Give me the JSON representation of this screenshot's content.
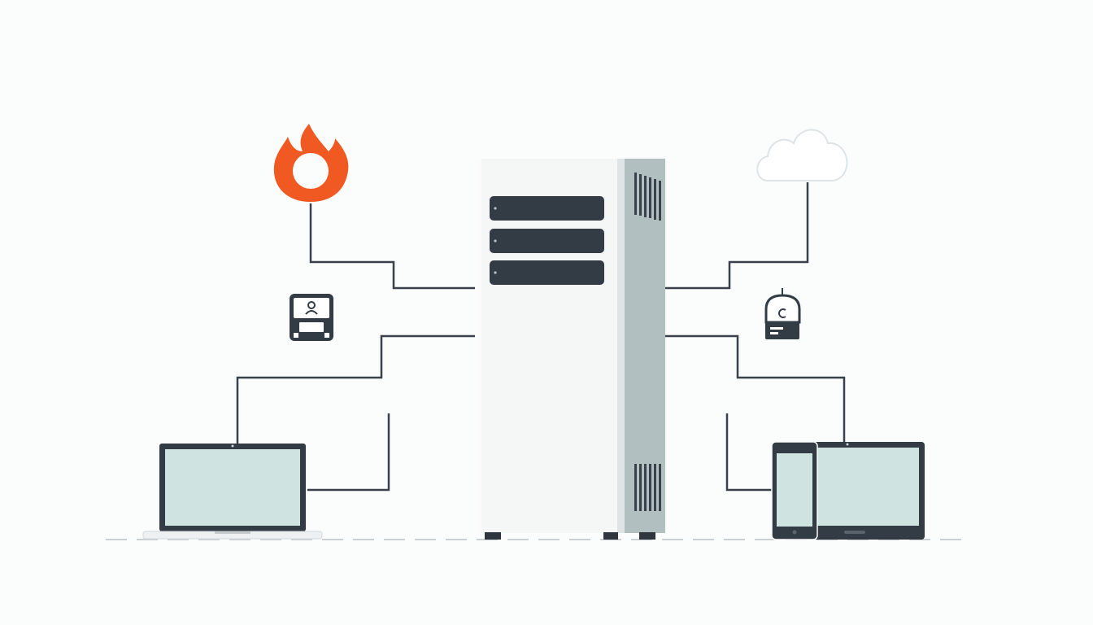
{
  "nodes": [
    {
      "id": "server",
      "icon": "server-tower-icon"
    },
    {
      "id": "firewall",
      "icon": "flame-icon"
    },
    {
      "id": "cloud",
      "icon": "cloud-icon"
    },
    {
      "id": "id-terminal",
      "icon": "user-id-terminal-icon"
    },
    {
      "id": "lock-drive",
      "icon": "lock-drive-icon"
    },
    {
      "id": "laptop",
      "icon": "laptop-icon"
    },
    {
      "id": "tablet-monitor",
      "icon": "tablet-monitor-icon"
    }
  ],
  "edges": [
    {
      "from": "firewall",
      "to": "server"
    },
    {
      "from": "cloud",
      "to": "server"
    },
    {
      "from": "laptop",
      "to": "server"
    },
    {
      "from": "tablet-monitor",
      "to": "server"
    }
  ],
  "colors": {
    "line": "#3a414a",
    "dark": "#333b44",
    "accent": "#f05a22",
    "screen": "#cfe3e1",
    "server_body": "#f4f5f5",
    "server_side": "#aebbbd",
    "cloud_stroke": "#dfe4e6"
  }
}
